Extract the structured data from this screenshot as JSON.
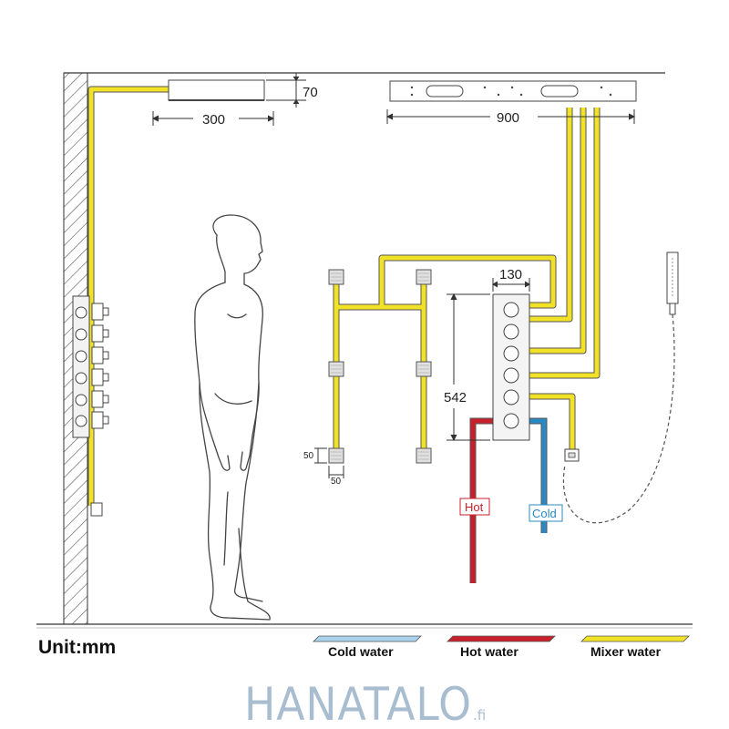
{
  "dimensions": {
    "ceiling_panel_height": "70",
    "ceiling_panel_width": "300",
    "rain_panel_width": "900",
    "valve_width": "130",
    "valve_height": "542",
    "jet_height": "50",
    "jet_width": "50"
  },
  "labels": {
    "hot": "Hot",
    "cold": "Cold"
  },
  "unit": "Unit:mm",
  "legend": [
    {
      "label": "Cold water",
      "color": "#a9d3ec"
    },
    {
      "label": "Hot water",
      "color": "#c8202a"
    },
    {
      "label": "Mixer water",
      "color": "#f2e227"
    }
  ],
  "brand": {
    "name": "HANATALO",
    "suffix": ".fi"
  },
  "colors": {
    "mixer": "#f2e227",
    "hot": "#c8202a",
    "cold": "#2a89c2",
    "line": "#333333"
  }
}
